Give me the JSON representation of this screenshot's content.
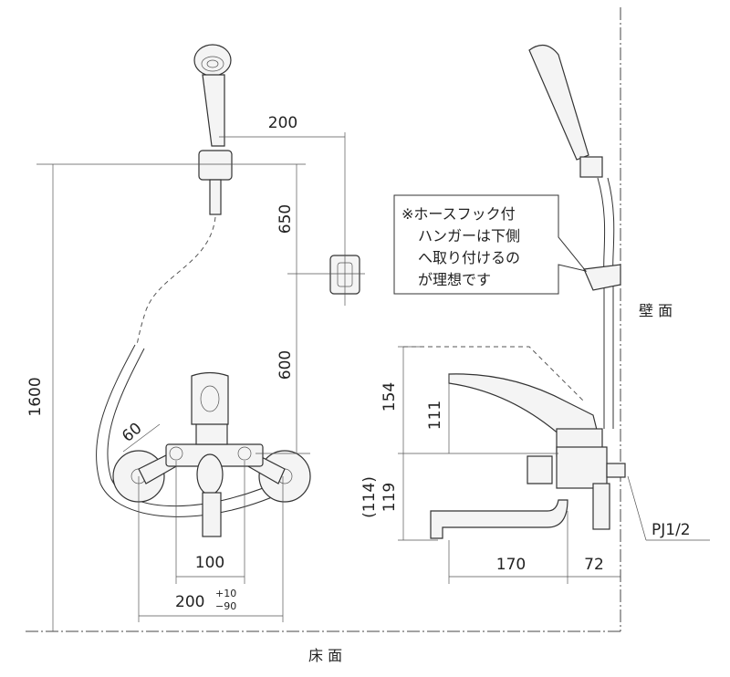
{
  "dimensions": {
    "hose_hook_offset": "200",
    "hanger_spacing": "650",
    "hanger_to_valve": "600",
    "total_height": "1600",
    "connector_angle_dim": "60",
    "center_distance": "100",
    "mount_pitch": "200",
    "mount_pitch_tol_plus": "+10",
    "mount_pitch_tol_minus": "−90",
    "lever_height": "154",
    "lever_height_inner": "111",
    "spout_height_alt": "(114)",
    "spout_height": "119",
    "spout_length": "170",
    "wall_offset": "72",
    "pipe_thread": "PJ1/2"
  },
  "labels": {
    "wall": "壁 面",
    "floor": "床 面"
  },
  "note": {
    "lines": [
      "※ホースフック付",
      "ハンガーは下側",
      "へ取り付けるの",
      "が理想です"
    ]
  }
}
